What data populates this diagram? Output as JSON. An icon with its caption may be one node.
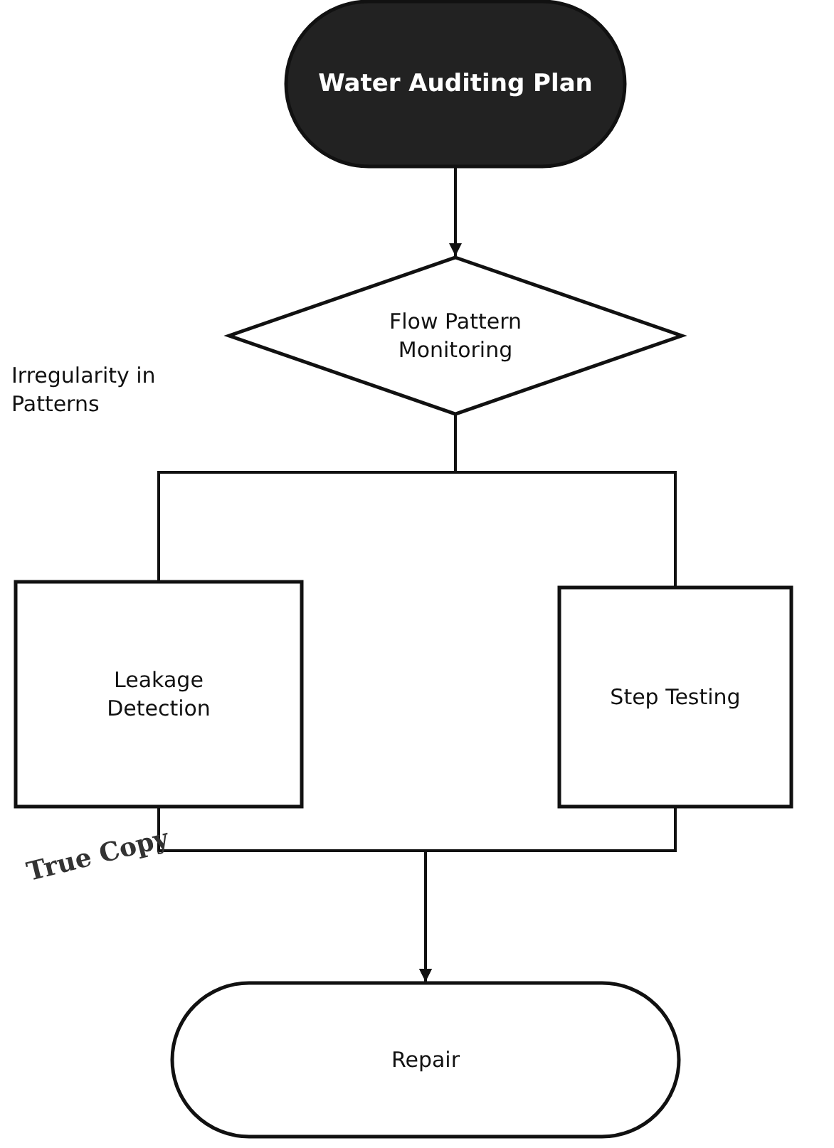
{
  "diagram": {
    "nodes": [
      {
        "text": [
          "Water Auditing Plan"
        ]
      },
      {
        "text": [
          "Flow Pattern Monitoring"
        ]
      },
      {
        "text": [
          "Leakage Detection"
        ]
      },
      {
        "text": [
          "Step Testing"
        ]
      },
      {
        "text": [
          "Repair"
        ]
      }
    ],
    "edges": [
      {
        "from": 0,
        "to": 1,
        "arrow": "to"
      },
      {
        "from": 1,
        "to": 2,
        "arrow": "none"
      },
      {
        "from": 1,
        "to": 3,
        "arrow": "none"
      },
      {
        "from": 2,
        "to": 4,
        "arrow": "to"
      },
      {
        "from": 3,
        "to": 4,
        "arrow": "to"
      }
    ],
    "labels": [
      "Irregularity in Patterns",
      "True Copy"
    ]
  }
}
